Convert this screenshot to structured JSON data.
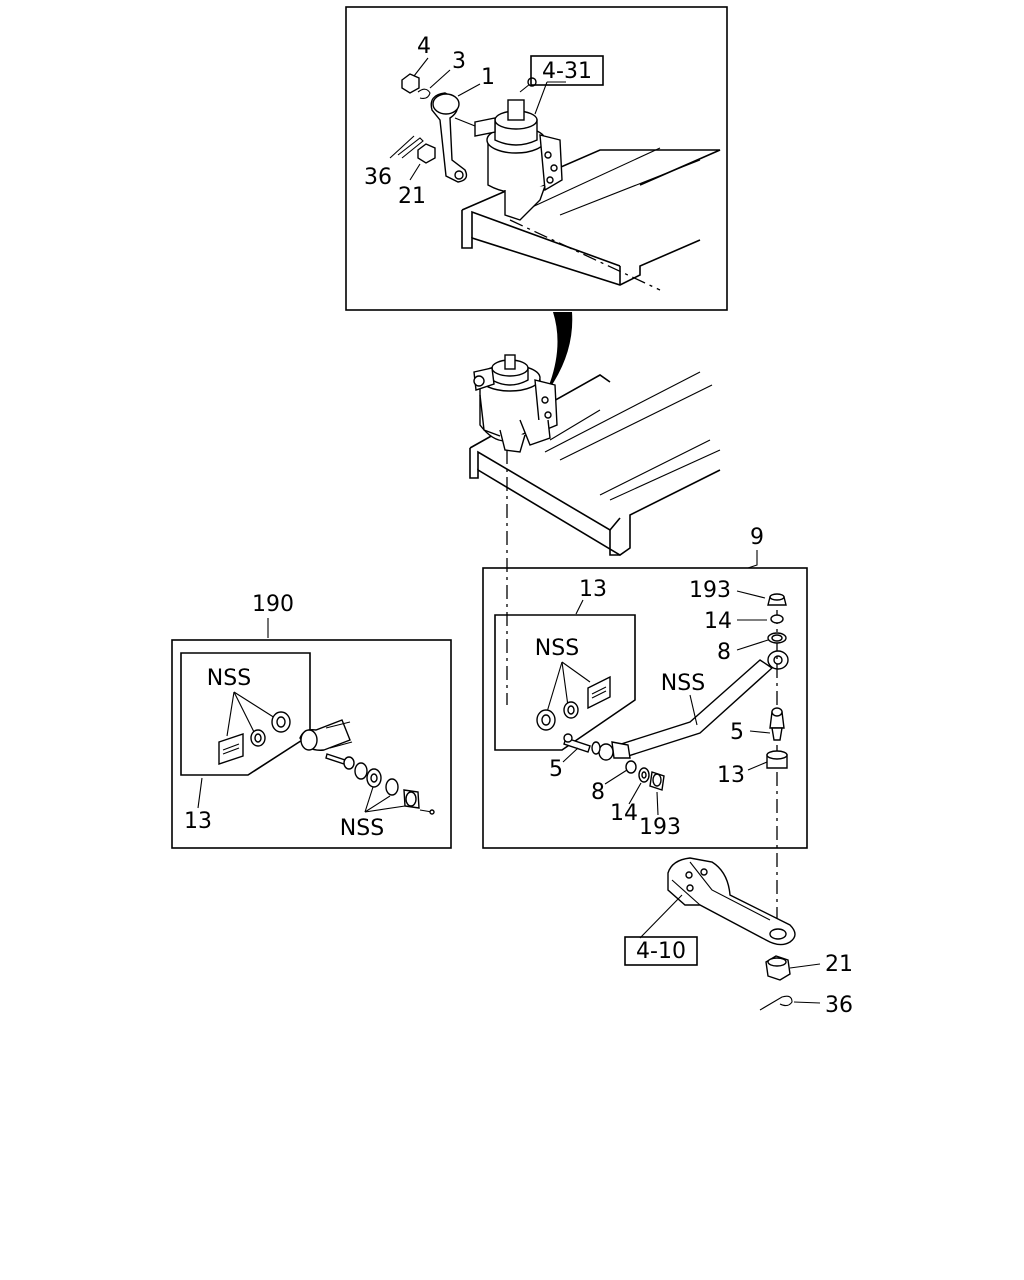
{
  "callouts": {
    "top_4": "4",
    "top_3": "3",
    "top_1": "1",
    "top_36": "36",
    "top_21": "21",
    "ref_4_31": "4-31",
    "p9": "9",
    "p190": "190",
    "inner13": "13",
    "nss_right": "NSS",
    "r193a": "193",
    "r14a": "14",
    "r8a": "8",
    "nss_tube": "NSS",
    "r5a": "5",
    "r13": "13",
    "r5b": "5",
    "r8b": "8",
    "r14b": "14",
    "r193b": "193",
    "nss_left_a": "NSS",
    "left13": "13",
    "nss_left_b": "NSS",
    "ref_4_10": "4-10",
    "b21": "21",
    "b36": "36"
  }
}
